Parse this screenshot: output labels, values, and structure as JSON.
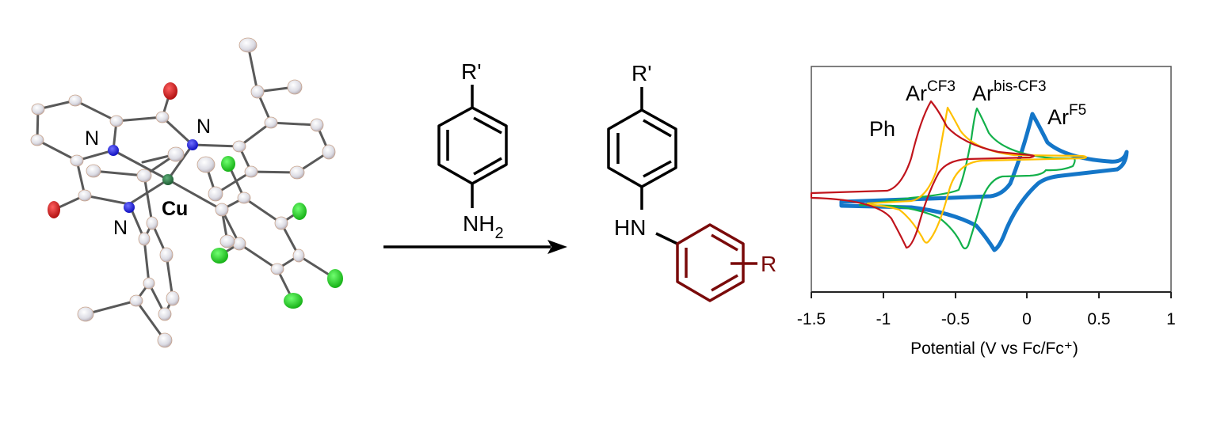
{
  "figure": {
    "crystal_structure": {
      "labels": {
        "n1": "N",
        "n2": "N",
        "n3": "N",
        "metal": "Cu"
      },
      "colors": {
        "carbon": "#e6e6ec",
        "nitrogen": "#2020e0",
        "oxygen": "#d42020",
        "fluorine": "#22cc22",
        "copper": "#2e7d4a",
        "bond": "#555555"
      }
    },
    "reaction": {
      "reagent_substituent": "R'",
      "reagent_amine": "NH",
      "reagent_amine_sub": "2",
      "product_substituent": "R'",
      "product_amine": "HN",
      "product_aryl_substituent": "R",
      "product_aryl_color": "#7a0a0a"
    }
  },
  "chart_data": {
    "type": "line",
    "title": "",
    "xlabel": "Potential (V vs Fc/Fc⁺)",
    "ylabel": "",
    "xlim": [
      -1.5,
      1
    ],
    "x_ticks": [
      "-1.5",
      "-1",
      "-0.5",
      "0",
      "0.5",
      "1"
    ],
    "y_ticks": [],
    "grid": false,
    "legend": "inline annotations",
    "series": [
      {
        "name": "Ph",
        "color": "#c0141c",
        "E_pa": -0.67,
        "E_pc": -0.84,
        "scan_range": [
          -1.5,
          -0.05
        ]
      },
      {
        "name": "ArCF3",
        "color": "#ffc000",
        "E_pa": -0.55,
        "E_pc": -0.71,
        "scan_range": [
          -1.25,
          0.38
        ]
      },
      {
        "name": "Arbis-CF3",
        "color": "#12b04a",
        "E_pa": -0.36,
        "E_pc": -0.44,
        "scan_range": [
          -1.2,
          0.33
        ]
      },
      {
        "name": "ArF5",
        "color": "#1476c8",
        "E_pa": 0.04,
        "E_pc": -0.23,
        "scan_range": [
          -1.3,
          0.7
        ]
      }
    ],
    "annotations": [
      {
        "base": "Ph",
        "sup": ""
      },
      {
        "base": "Ar",
        "sup": "CF3"
      },
      {
        "base": "Ar",
        "sup": "bis-CF3"
      },
      {
        "base": "Ar",
        "sup": "F5"
      }
    ]
  }
}
